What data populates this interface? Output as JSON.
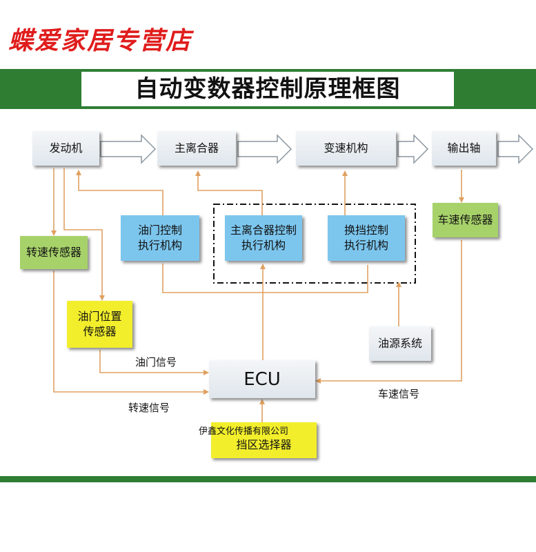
{
  "header": {
    "store_name": "蝶爱家居专营店",
    "title": "自动变数器控制原理框图"
  },
  "colors": {
    "banner": "#2e7d33",
    "store_name": "#e01c1c",
    "connector": "#e0a060",
    "actuator_box": "#7cc6ee",
    "sensor_box": "#a7d26a",
    "yellow_box": "#f2ee2c"
  },
  "diagram": {
    "engine": "发动机",
    "clutch": "主离合器",
    "gearbox": "变速机构",
    "output_shaft": "输出轴",
    "throttle_actuator": "油门控制\n执行机构",
    "clutch_actuator": "主离合器控制\n执行机构",
    "shift_actuator": "换挡控制\n执行机构",
    "vehicle_speed_sensor": "车速传感器",
    "rpm_sensor": "转速传感器",
    "throttle_position_sensor": "油门位置\n传感器",
    "hydraulic_system": "油源系统",
    "ecu": "ECU",
    "range_selector": "挡区选择器",
    "throttle_signal": "油门信号",
    "rpm_signal": "转速信号",
    "speed_signal": "车速信号",
    "company": "伊鑫文化传播有限公司"
  }
}
